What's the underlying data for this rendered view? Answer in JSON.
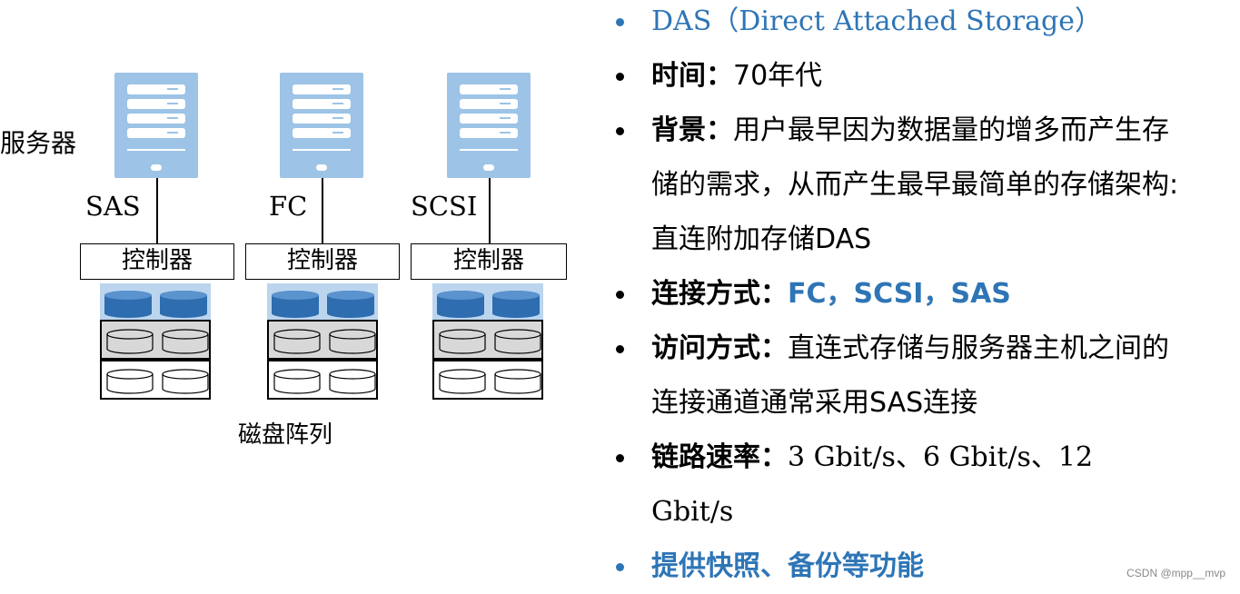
{
  "diagram": {
    "server_label": "服务器",
    "array_label": "磁盘阵列",
    "stacks": [
      {
        "protocol": "SAS",
        "controller": "控制器"
      },
      {
        "protocol": "FC",
        "controller": "控制器"
      },
      {
        "protocol": "SCSI",
        "controller": "控制器"
      }
    ]
  },
  "bullets": {
    "title": "DAS（Direct Attached Storage）",
    "time_key": "时间：",
    "time_val": "70年代",
    "bg_key": "背景：",
    "bg_line1": "用户最早因为数据量的增多而产生存",
    "bg_line2": "储的需求，从而产生最早最简单的存储架构:",
    "bg_line3": "直连附加存储DAS",
    "conn_key": "连接方式：",
    "conn_val": "FC，SCSI，SAS",
    "access_key": "访问方式：",
    "access_line1": "直连式存储与服务器主机之间的",
    "access_line2": "连接通道通常采用SAS连接",
    "rate_key": "链路速率：",
    "rate_line1": "3 Gbit/s、6 Gbit/s、12",
    "rate_line2": "Gbit/s",
    "feature": "提供快照、备份等功能"
  },
  "watermark": "CSDN @mpp__mvp",
  "colors": {
    "accent": "#2e75b6",
    "server": "#9dc3e6",
    "drum": "#2e6db0"
  }
}
